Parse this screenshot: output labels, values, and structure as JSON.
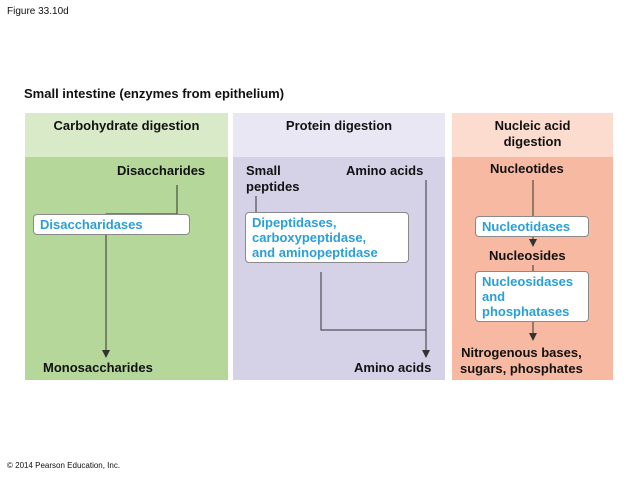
{
  "figure_label": "Figure 33.10d",
  "title": "Small intestine (enzymes from epithelium)",
  "copyright": "© 2014 Pearson Education, Inc.",
  "columns": {
    "carbohydrate": {
      "header": "Carbohydrate digestion",
      "substrate": "Disaccharides",
      "enzyme": "Disaccharidases",
      "product": "Monosaccharides",
      "bg_color": "#b5d79a",
      "header_color": "#d9eac9"
    },
    "protein": {
      "header": "Protein digestion",
      "substrate_left_line1": "Small",
      "substrate_left_line2": "peptides",
      "substrate_right": "Amino acids",
      "enzyme_line1": "Dipeptidases,",
      "enzyme_line2": "carboxypeptidase,",
      "enzyme_line3": "and aminopeptidase",
      "product": "Amino acids",
      "bg_color": "#d5d2e8",
      "header_color": "#e9e7f4"
    },
    "nucleic": {
      "header_line1": "Nucleic acid",
      "header_line2": "digestion",
      "substrate": "Nucleotides",
      "enzyme1": "Nucleotidases",
      "intermediate": "Nucleosides",
      "enzyme2_line1": "Nucleosidases",
      "enzyme2_line2": "and",
      "enzyme2_line3": "phosphatases",
      "product_line1": "Nitrogenous bases,",
      "product_line2": "sugars, phosphates",
      "bg_color": "#f7b9a1",
      "header_color": "#fcdccf"
    }
  },
  "enzyme_text_color": "#2a9fd6"
}
